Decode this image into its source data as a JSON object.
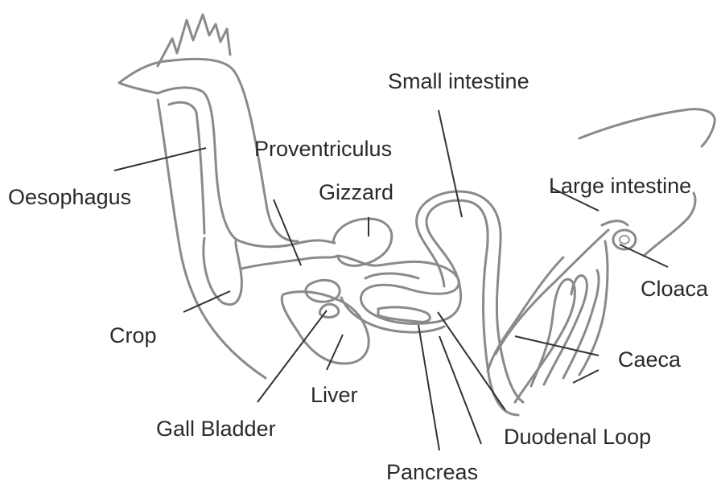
{
  "labels": {
    "small_intestine": "Small intestine",
    "proventriculus": "Proventriculus",
    "large_intestine": "Large intestine",
    "oesophagus": "Oesophagus",
    "gizzard": "Gizzard",
    "cloaca": "Cloaca",
    "crop": "Crop",
    "caeca": "Caeca",
    "liver": "Liver",
    "gall_bladder": "Gall Bladder",
    "duodenal_loop": "Duodenal Loop",
    "pancreas": "Pancreas"
  },
  "colors": {
    "outline": "#8a8a8a",
    "leader_line": "#333333",
    "text": "#2a2a2a",
    "background": "#ffffff"
  }
}
